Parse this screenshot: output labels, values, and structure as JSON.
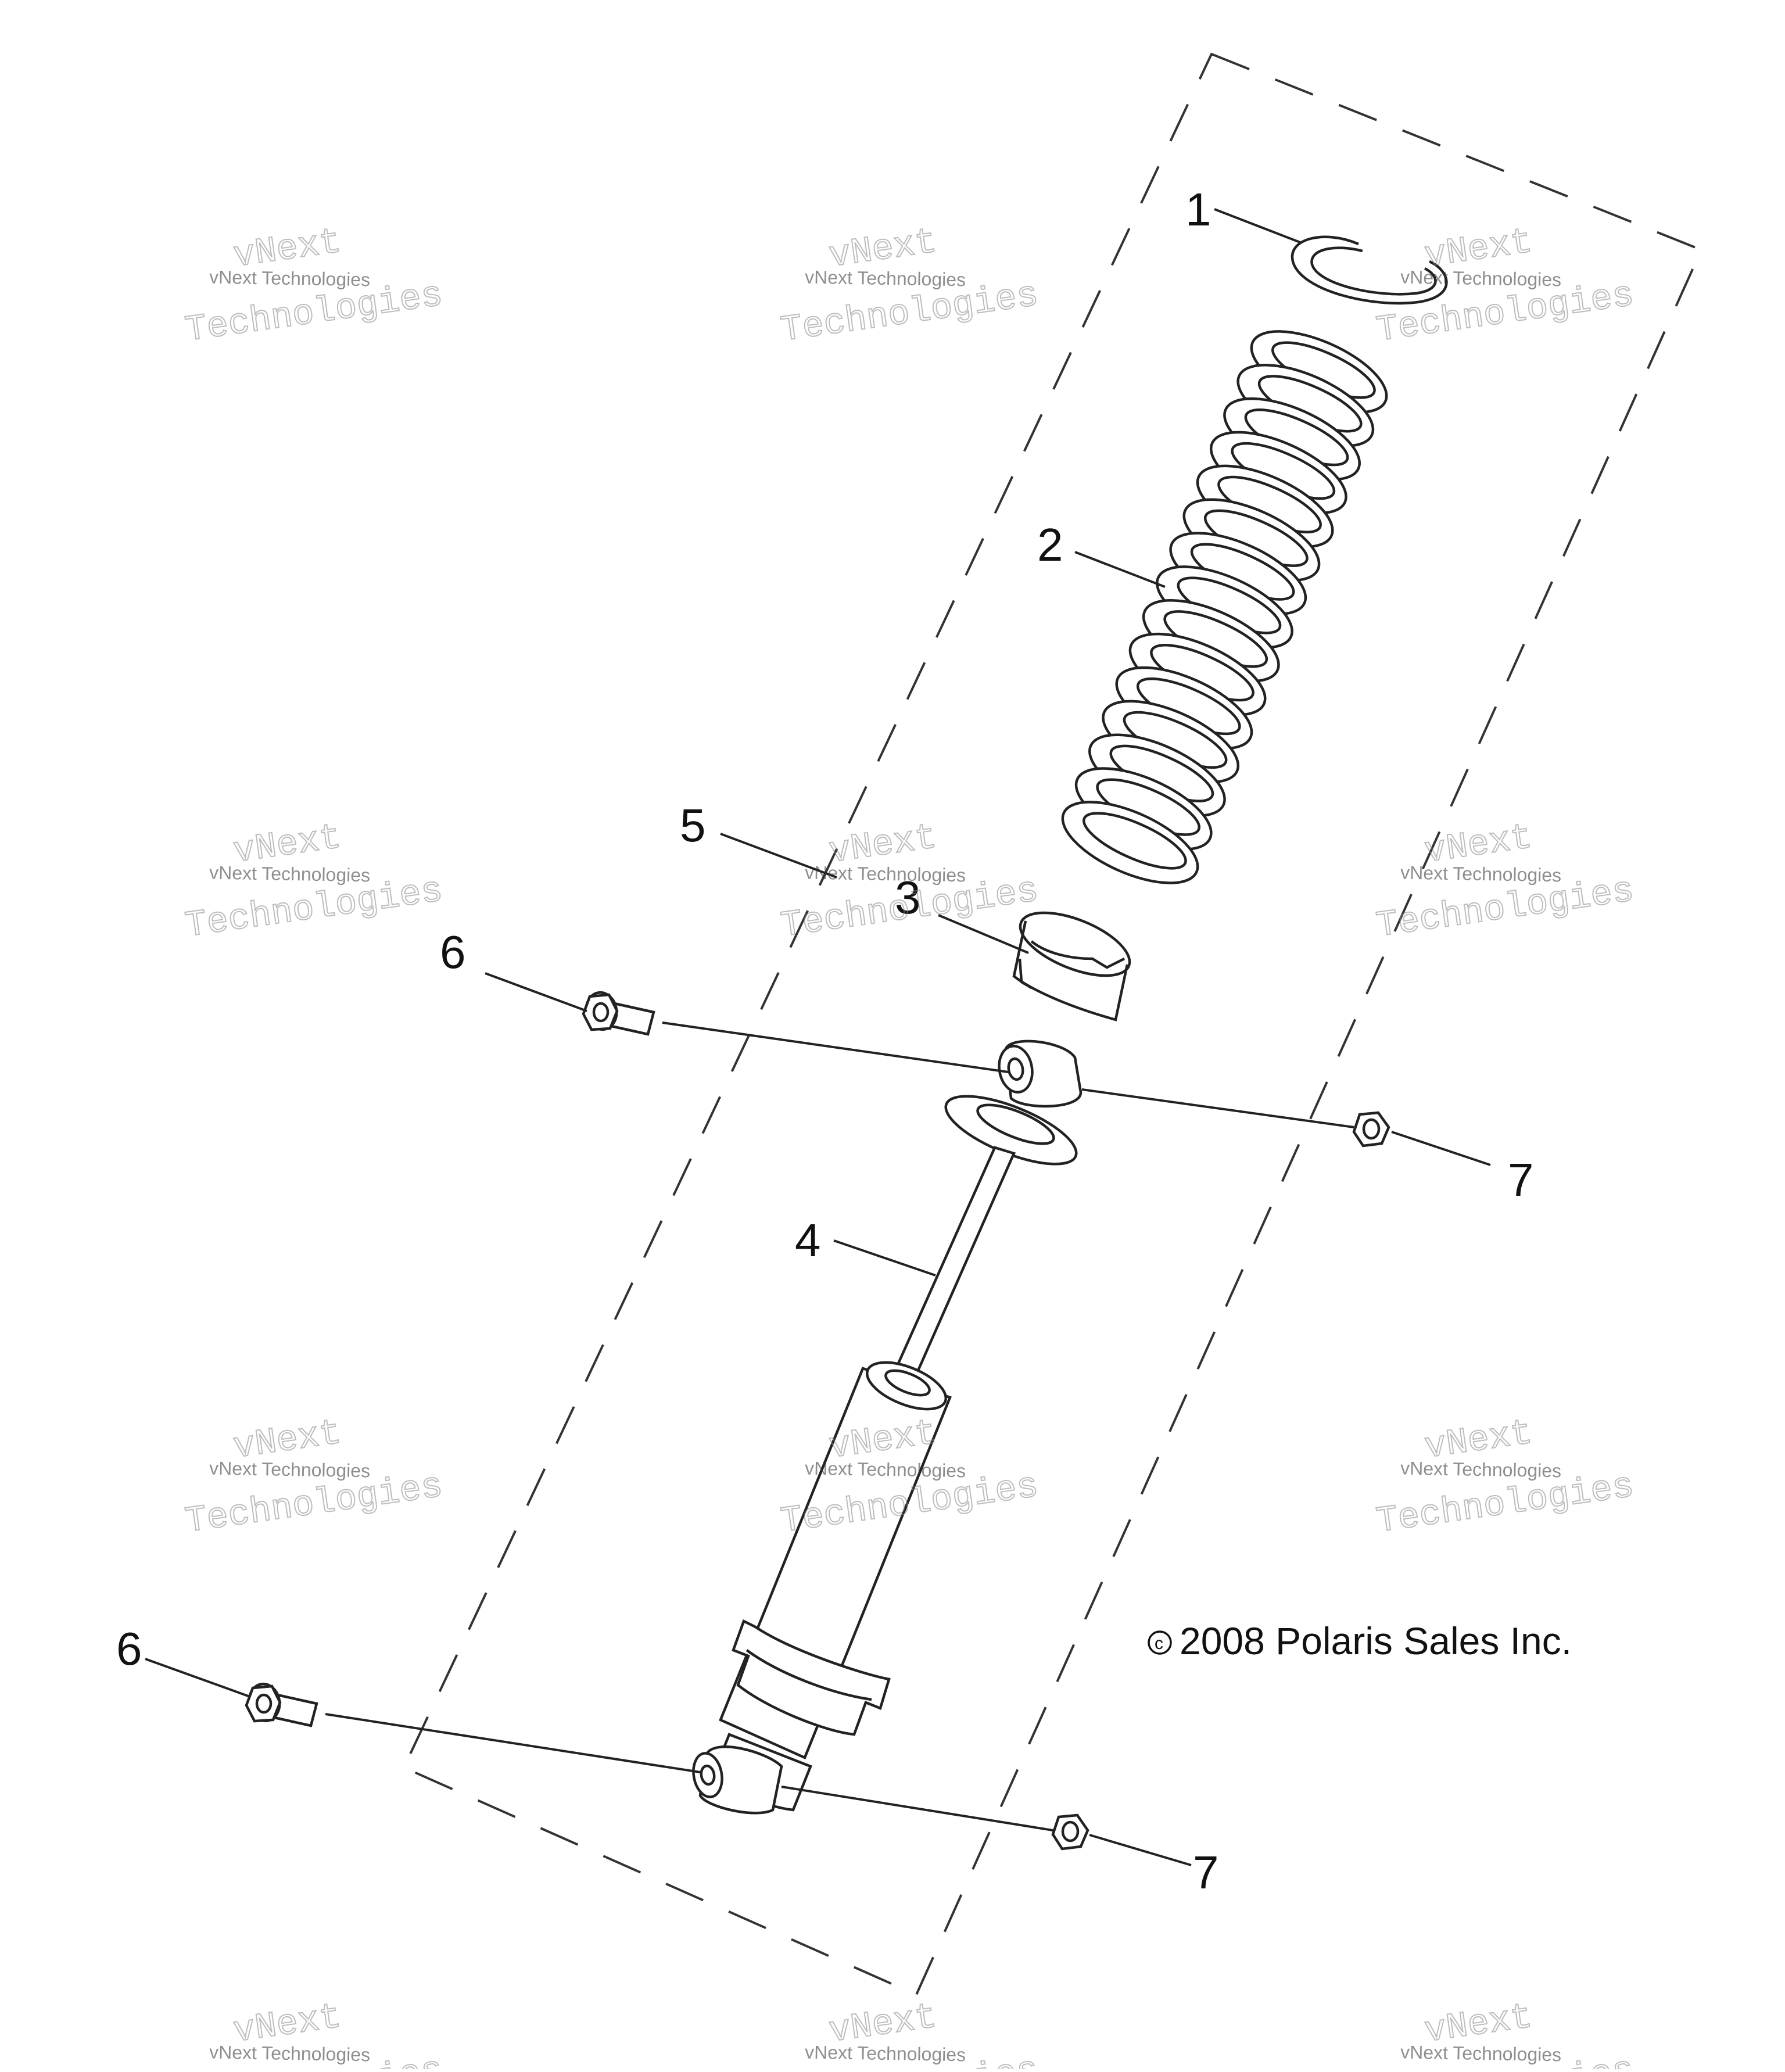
{
  "diagram": {
    "callouts": [
      {
        "id": "c1",
        "label": "1"
      },
      {
        "id": "c2",
        "label": "2"
      },
      {
        "id": "c3",
        "label": "3"
      },
      {
        "id": "c4",
        "label": "4"
      },
      {
        "id": "c5",
        "label": "5"
      },
      {
        "id": "c6a",
        "label": "6"
      },
      {
        "id": "c6b",
        "label": "6"
      },
      {
        "id": "c7a",
        "label": "7"
      },
      {
        "id": "c7b",
        "label": "7"
      }
    ],
    "copyright": "2008 Polaris Sales Inc.",
    "copyright_symbol": "c",
    "watermark_line1": "vNext Technologies",
    "watermark_line2": "vNext",
    "watermark_line3": "Technologies"
  }
}
